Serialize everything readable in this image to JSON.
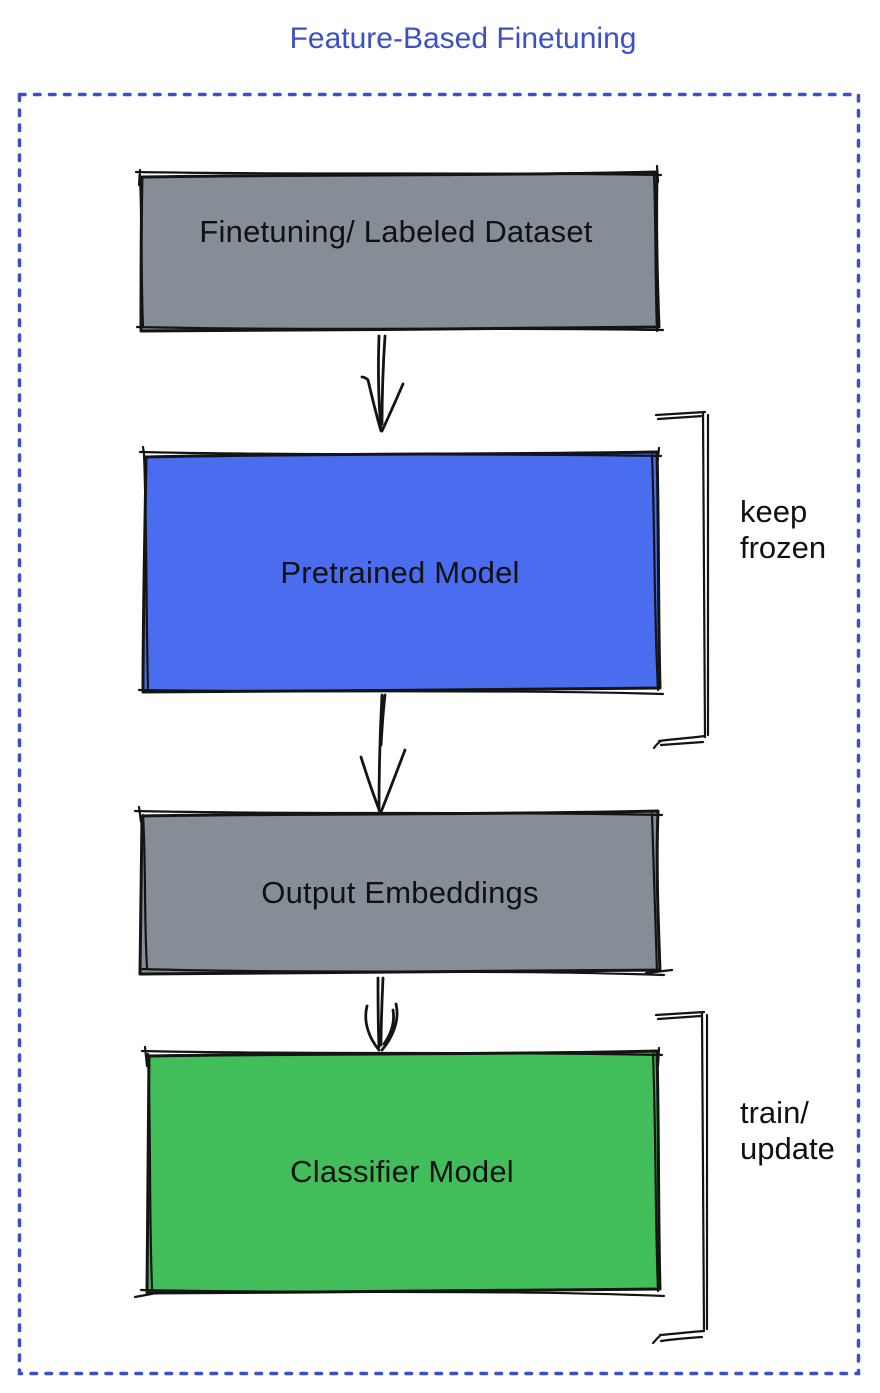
{
  "title": {
    "text": "Feature-Based Finetuning"
  },
  "colors": {
    "accent": "#3b50c8",
    "ink": "#141414",
    "label": "#111111"
  },
  "nodes": [
    {
      "id": "finetuning-dataset",
      "label": "Finetuning/ Labeled Dataset",
      "fill": "#858e96"
    },
    {
      "id": "pretrained-model",
      "label": "Pretrained Model",
      "fill": "#4a6df0"
    },
    {
      "id": "output-embeddings",
      "label": "Output Embeddings",
      "fill": "#858e96"
    },
    {
      "id": "classifier-model",
      "label": "Classifier Model",
      "fill": "#41be5a"
    }
  ],
  "annotations": [
    {
      "id": "keep-frozen",
      "text": "keep\nfrozen"
    },
    {
      "id": "train-update",
      "text": "train/\nupdate"
    }
  ],
  "edges": [
    {
      "from": "finetuning-dataset",
      "to": "pretrained-model"
    },
    {
      "from": "pretrained-model",
      "to": "output-embeddings"
    },
    {
      "from": "output-embeddings",
      "to": "classifier-model"
    }
  ]
}
